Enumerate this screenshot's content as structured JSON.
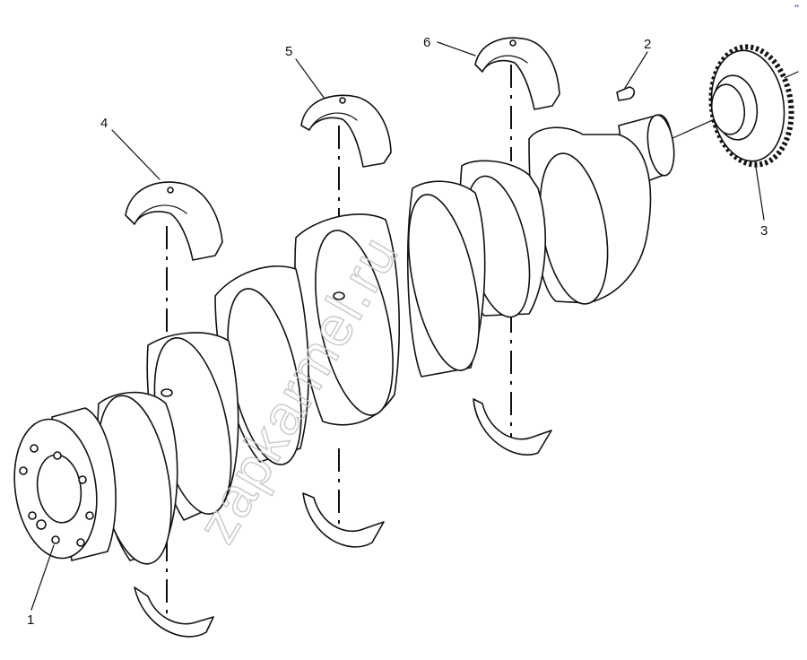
{
  "callouts": [
    {
      "id": "1",
      "label": "1"
    },
    {
      "id": "2",
      "label": "2"
    },
    {
      "id": "3",
      "label": "3"
    },
    {
      "id": "4",
      "label": "4"
    },
    {
      "id": "5",
      "label": "5"
    },
    {
      "id": "6",
      "label": "6"
    }
  ],
  "watermark": "zapkarmel.ru",
  "corner_mark": "••"
}
